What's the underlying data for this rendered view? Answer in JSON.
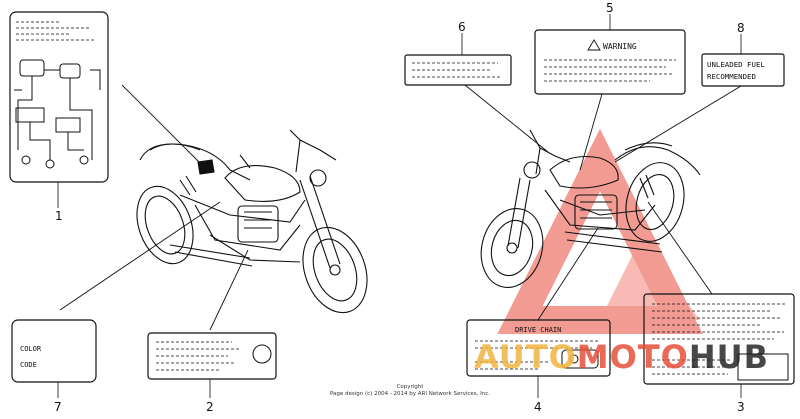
{
  "callouts": [
    "1",
    "2",
    "3",
    "4",
    "5",
    "6",
    "7",
    "8"
  ],
  "warning_label": {
    "text": "WARNING"
  },
  "fuel_label": {
    "line1": "UNLEADED FUEL",
    "line2": "RECOMMENDED"
  },
  "color_label": {
    "line1": "COLOR",
    "line2": "CODE"
  },
  "drive_chain_label": {
    "text": "DRIVE CHAIN"
  },
  "copyright": {
    "line1": "Copyright",
    "line2": "Page design (c) 2004 - 2014 by ARI Network Services, Inc."
  },
  "watermark": {
    "part1": "AUTO",
    "part2": "MOTO",
    "part3": "HUB",
    "colors": {
      "auto": "#f2b441",
      "moto": "#e8503a",
      "hub": "#1a1a1a",
      "triangle": "#e84b3c"
    }
  }
}
